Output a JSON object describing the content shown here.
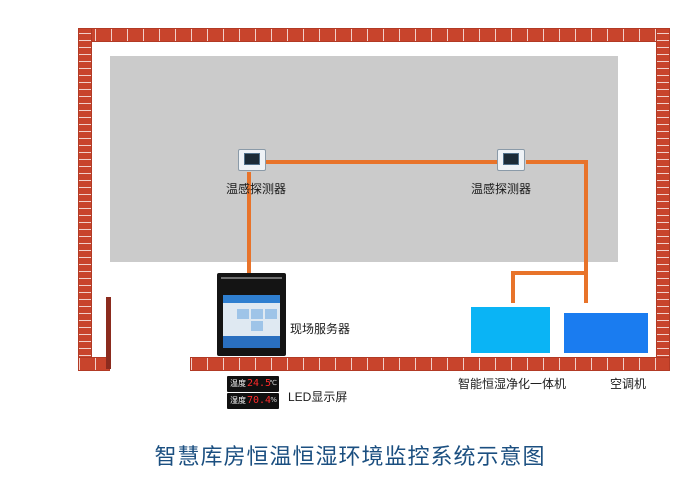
{
  "labels": {
    "sensor_left": "温感探测器",
    "sensor_right": "温感探测器",
    "server": "现场服务器",
    "led": "LED显示屏",
    "purifier": "智能恒湿净化一体机",
    "aircon": "空调机"
  },
  "led_display": {
    "temp_label": "温度",
    "temp_value": "24.5",
    "temp_unit": "℃",
    "humidity_label": "湿度",
    "humidity_value": "70.4",
    "humidity_unit": "%"
  },
  "title": "智慧库房恒温恒湿环境监控系统示意图",
  "colors": {
    "brick": "#c8442c",
    "room_floor": "#cbcbcb",
    "cable": "#e8732a",
    "purifier": "#0ab4f5",
    "aircon": "#1a7cf0",
    "title": "#1b4f80"
  },
  "icons": {
    "sensor": "temperature-sensor-icon",
    "server": "touch-screen-server-icon",
    "led": "led-display-icon"
  }
}
